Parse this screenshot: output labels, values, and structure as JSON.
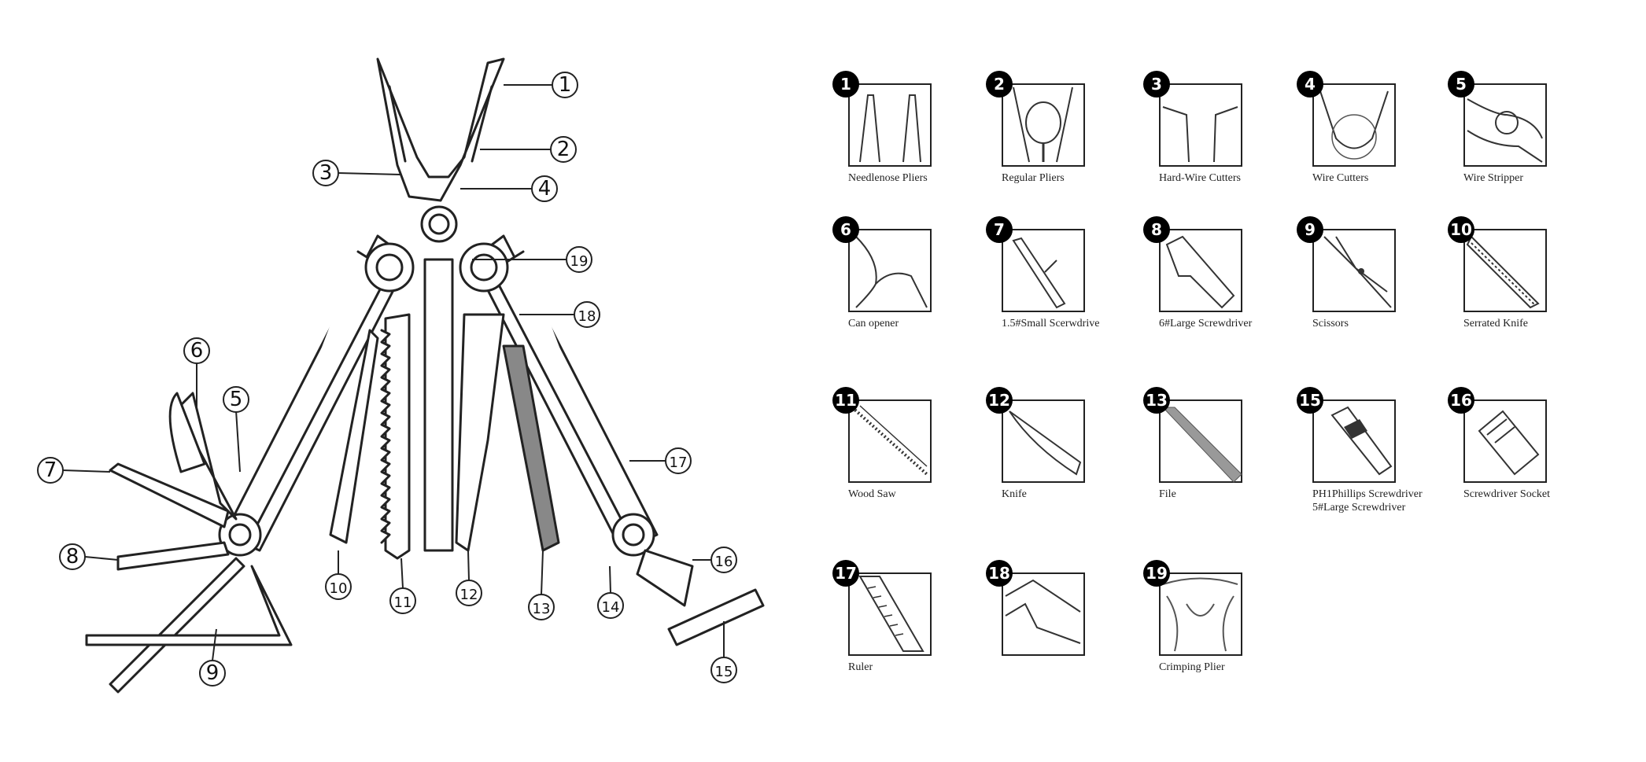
{
  "callouts": [
    "1",
    "2",
    "3",
    "4",
    "5",
    "6",
    "7",
    "8",
    "9",
    "10",
    "11",
    "12",
    "13",
    "14",
    "15",
    "16",
    "17",
    "18",
    "19"
  ],
  "components": [
    {
      "number": "1",
      "label": "Needlenose Pliers",
      "icon": "needlenose-pliers-icon"
    },
    {
      "number": "2",
      "label": "Regular Pliers",
      "icon": "regular-pliers-icon"
    },
    {
      "number": "3",
      "label": "Hard-Wire Cutters",
      "icon": "hard-wire-cutters-icon"
    },
    {
      "number": "4",
      "label": "Wire   Cutters",
      "icon": "wire-cutters-icon"
    },
    {
      "number": "5",
      "label": "Wire Stripper",
      "icon": "wire-stripper-icon"
    },
    {
      "number": "6",
      "label": "Can opener",
      "icon": "can-opener-icon"
    },
    {
      "number": "7",
      "label": "1.5#Small Scerwdrive",
      "icon": "small-screwdriver-icon"
    },
    {
      "number": "8",
      "label": "6#Large Screwdriver",
      "icon": "large-screwdriver-icon"
    },
    {
      "number": "9",
      "label": "Scissors",
      "icon": "scissors-icon"
    },
    {
      "number": "10",
      "label": "Serrated Knife",
      "icon": "serrated-knife-icon"
    },
    {
      "number": "11",
      "label": "Wood Saw",
      "icon": "wood-saw-icon"
    },
    {
      "number": "12",
      "label": "Knife",
      "icon": "knife-icon"
    },
    {
      "number": "13",
      "label": "File",
      "icon": "file-icon"
    },
    {
      "number": "15",
      "label": "PH1Phillips Screwdriver",
      "label2": "5#Large Screwdriver",
      "icon": "phillips-bit-icon"
    },
    {
      "number": "16",
      "label": "Screwdriver Socket",
      "icon": "screwdriver-socket-icon"
    },
    {
      "number": "17",
      "label": "Ruler",
      "icon": "ruler-icon"
    },
    {
      "number": "18",
      "label": "",
      "icon": "handle-detail-icon"
    },
    {
      "number": "19",
      "label": "Crimping Plier",
      "icon": "crimping-plier-icon"
    }
  ]
}
